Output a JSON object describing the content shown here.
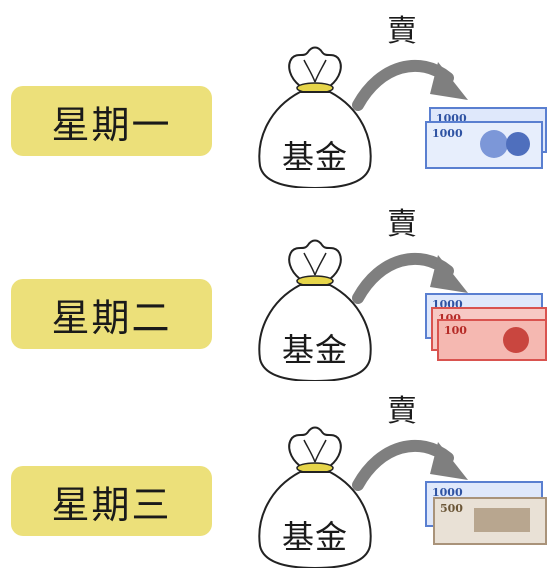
{
  "rows": [
    {
      "day": "星期一",
      "action": "賣",
      "fund": "基金",
      "notes": [
        "1000",
        "1000"
      ]
    },
    {
      "day": "星期二",
      "action": "賣",
      "fund": "基金",
      "notes": [
        "1000",
        "100",
        "100"
      ]
    },
    {
      "day": "星期三",
      "action": "賣",
      "fund": "基金",
      "notes": [
        "1000",
        "500"
      ]
    }
  ],
  "colors": {
    "label_bg": "#ece07a",
    "arrow": "#7f7f7f",
    "bag_tie": "#e6d54a",
    "note_blue": "#5a7fd0",
    "note_red": "#d9534f",
    "note_brown": "#a9937a"
  }
}
